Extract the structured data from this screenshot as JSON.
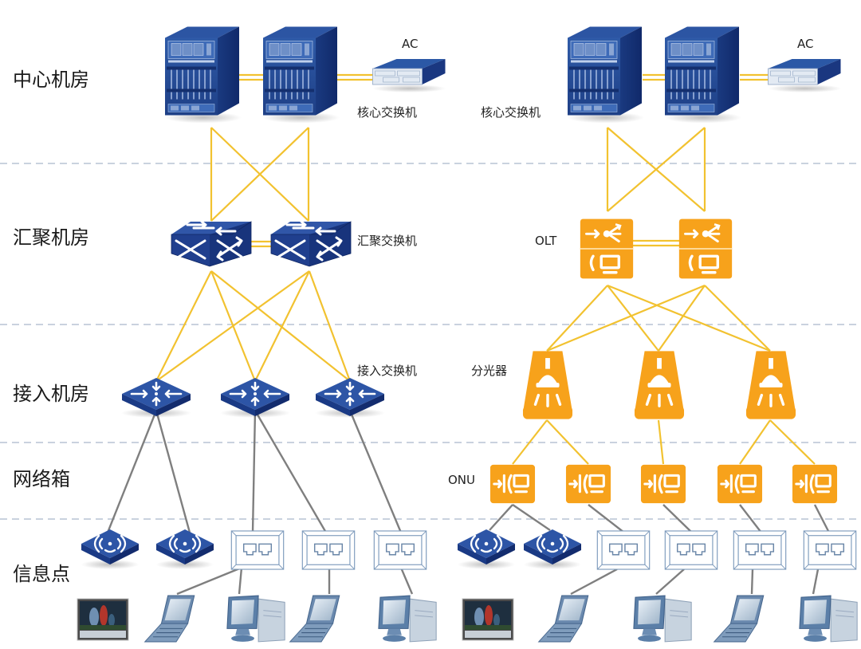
{
  "tiers": [
    {
      "id": "center",
      "label": "中心机房"
    },
    {
      "id": "aggregation",
      "label": "汇聚机房"
    },
    {
      "id": "access",
      "label": "接入机房"
    },
    {
      "id": "network_box",
      "label": "网络箱"
    },
    {
      "id": "info_point",
      "label": "信息点"
    }
  ],
  "left_topology": {
    "name": "traditional-ethernet",
    "labels": {
      "ac": "AC",
      "core_switch": "核心交换机",
      "aggregation_switch": "汇聚交换机",
      "access_switch": "接入交换机"
    },
    "devices": {
      "core_switches": 2,
      "ac": 1,
      "aggregation_switches": 2,
      "access_switches": 3,
      "wireless_aps": 2,
      "wall_outlets": 3,
      "end_devices": [
        "tv",
        "laptop",
        "desktop",
        "laptop",
        "desktop"
      ]
    }
  },
  "right_topology": {
    "name": "pon",
    "labels": {
      "ac": "AC",
      "core_switch": "核心交换机",
      "olt": "OLT",
      "splitter": "分光器",
      "onu": "ONU"
    },
    "devices": {
      "core_switches": 2,
      "ac": 1,
      "olts": 2,
      "splitters": 3,
      "onus": 5,
      "wireless_aps": 2,
      "wall_outlets": 4,
      "end_devices": [
        "tv",
        "laptop",
        "desktop",
        "laptop",
        "desktop"
      ]
    }
  },
  "colors": {
    "fiber_link": "#F2C230",
    "copper_link": "#7F7F7F",
    "cisco_blue": "#1F3F8F",
    "pon_orange": "#F7A21B",
    "divider": "#A9B7C9"
  },
  "icons": {
    "core_switch": "chassis-switch-icon",
    "ac": "access-controller-icon",
    "aggregation_switch": "layer3-switch-icon",
    "access_switch": "workgroup-switch-icon",
    "olt": "olt-icon",
    "splitter": "optical-splitter-icon",
    "onu": "onu-icon",
    "ap": "wireless-ap-icon",
    "outlet": "network-outlet-icon",
    "tv": "tv-icon",
    "laptop": "laptop-icon",
    "desktop": "desktop-icon"
  }
}
